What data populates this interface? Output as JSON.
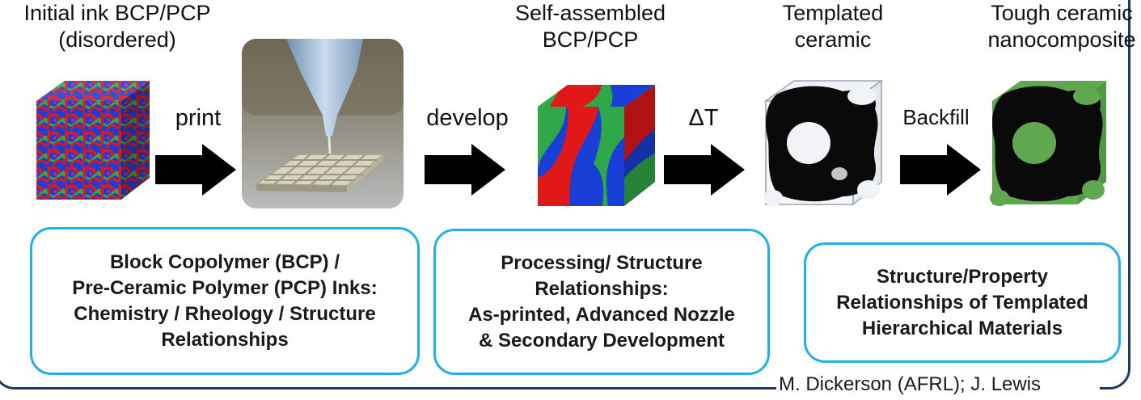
{
  "steps": [
    {
      "title": [
        "Initial ink BCP/PCP",
        "(disordered)"
      ]
    },
    {
      "title": [
        "Self-assembled",
        "BCP/PCP"
      ]
    },
    {
      "title": [
        "Templated",
        "ceramic"
      ]
    },
    {
      "title": [
        "Tough ceramic",
        "nanocomposite"
      ]
    }
  ],
  "arrows": [
    "print",
    "develop",
    "ΔT",
    "Backfill"
  ],
  "boxes": [
    {
      "lines": [
        "Block Copolymer (BCP) /",
        "Pre-Ceramic Polymer (PCP) Inks:",
        "Chemistry / Rheology / Structure",
        "Relationships"
      ]
    },
    {
      "lines": [
        "Processing/ Structure",
        "Relationships:",
        "As-printed, Advanced Nozzle",
        "& Secondary Development"
      ]
    },
    {
      "lines": [
        "Structure/Property",
        "Relationships of Templated",
        "Hierarchical Materials"
      ]
    }
  ],
  "credit": "M. Dickerson (AFRL); J. Lewis",
  "colors": {
    "frame": "#1f3763",
    "box_border": "#21b1e6",
    "red": "#e01818",
    "blue": "#1a3fd6",
    "green": "#2fa84a",
    "black": "#0a0a0a",
    "backfill_green": "#5fa84f"
  }
}
